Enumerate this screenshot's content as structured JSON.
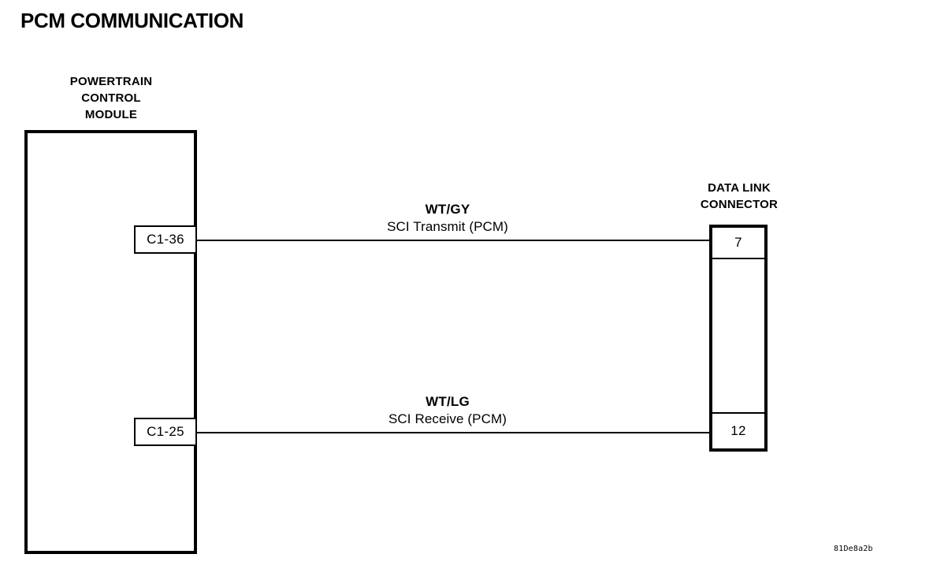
{
  "title": "PCM COMMUNICATION",
  "pcm": {
    "caption_line1": "POWERTRAIN",
    "caption_line2": "CONTROL",
    "caption_line3": "MODULE",
    "pins": [
      {
        "label": "C1-36"
      },
      {
        "label": "C1-25"
      }
    ]
  },
  "wires": [
    {
      "color_code": "WT/GY",
      "circuit_name": "SCI Transmit (PCM)"
    },
    {
      "color_code": "WT/LG",
      "circuit_name": "SCI Receive (PCM)"
    }
  ],
  "dlc": {
    "caption_line1": "DATA LINK",
    "caption_line2": "CONNECTOR",
    "cells": [
      {
        "label": "7"
      },
      {
        "label": ""
      },
      {
        "label": "12"
      }
    ]
  },
  "figure_code": "81De8a2b",
  "colors": {
    "line": "#000000",
    "background": "#ffffff"
  }
}
